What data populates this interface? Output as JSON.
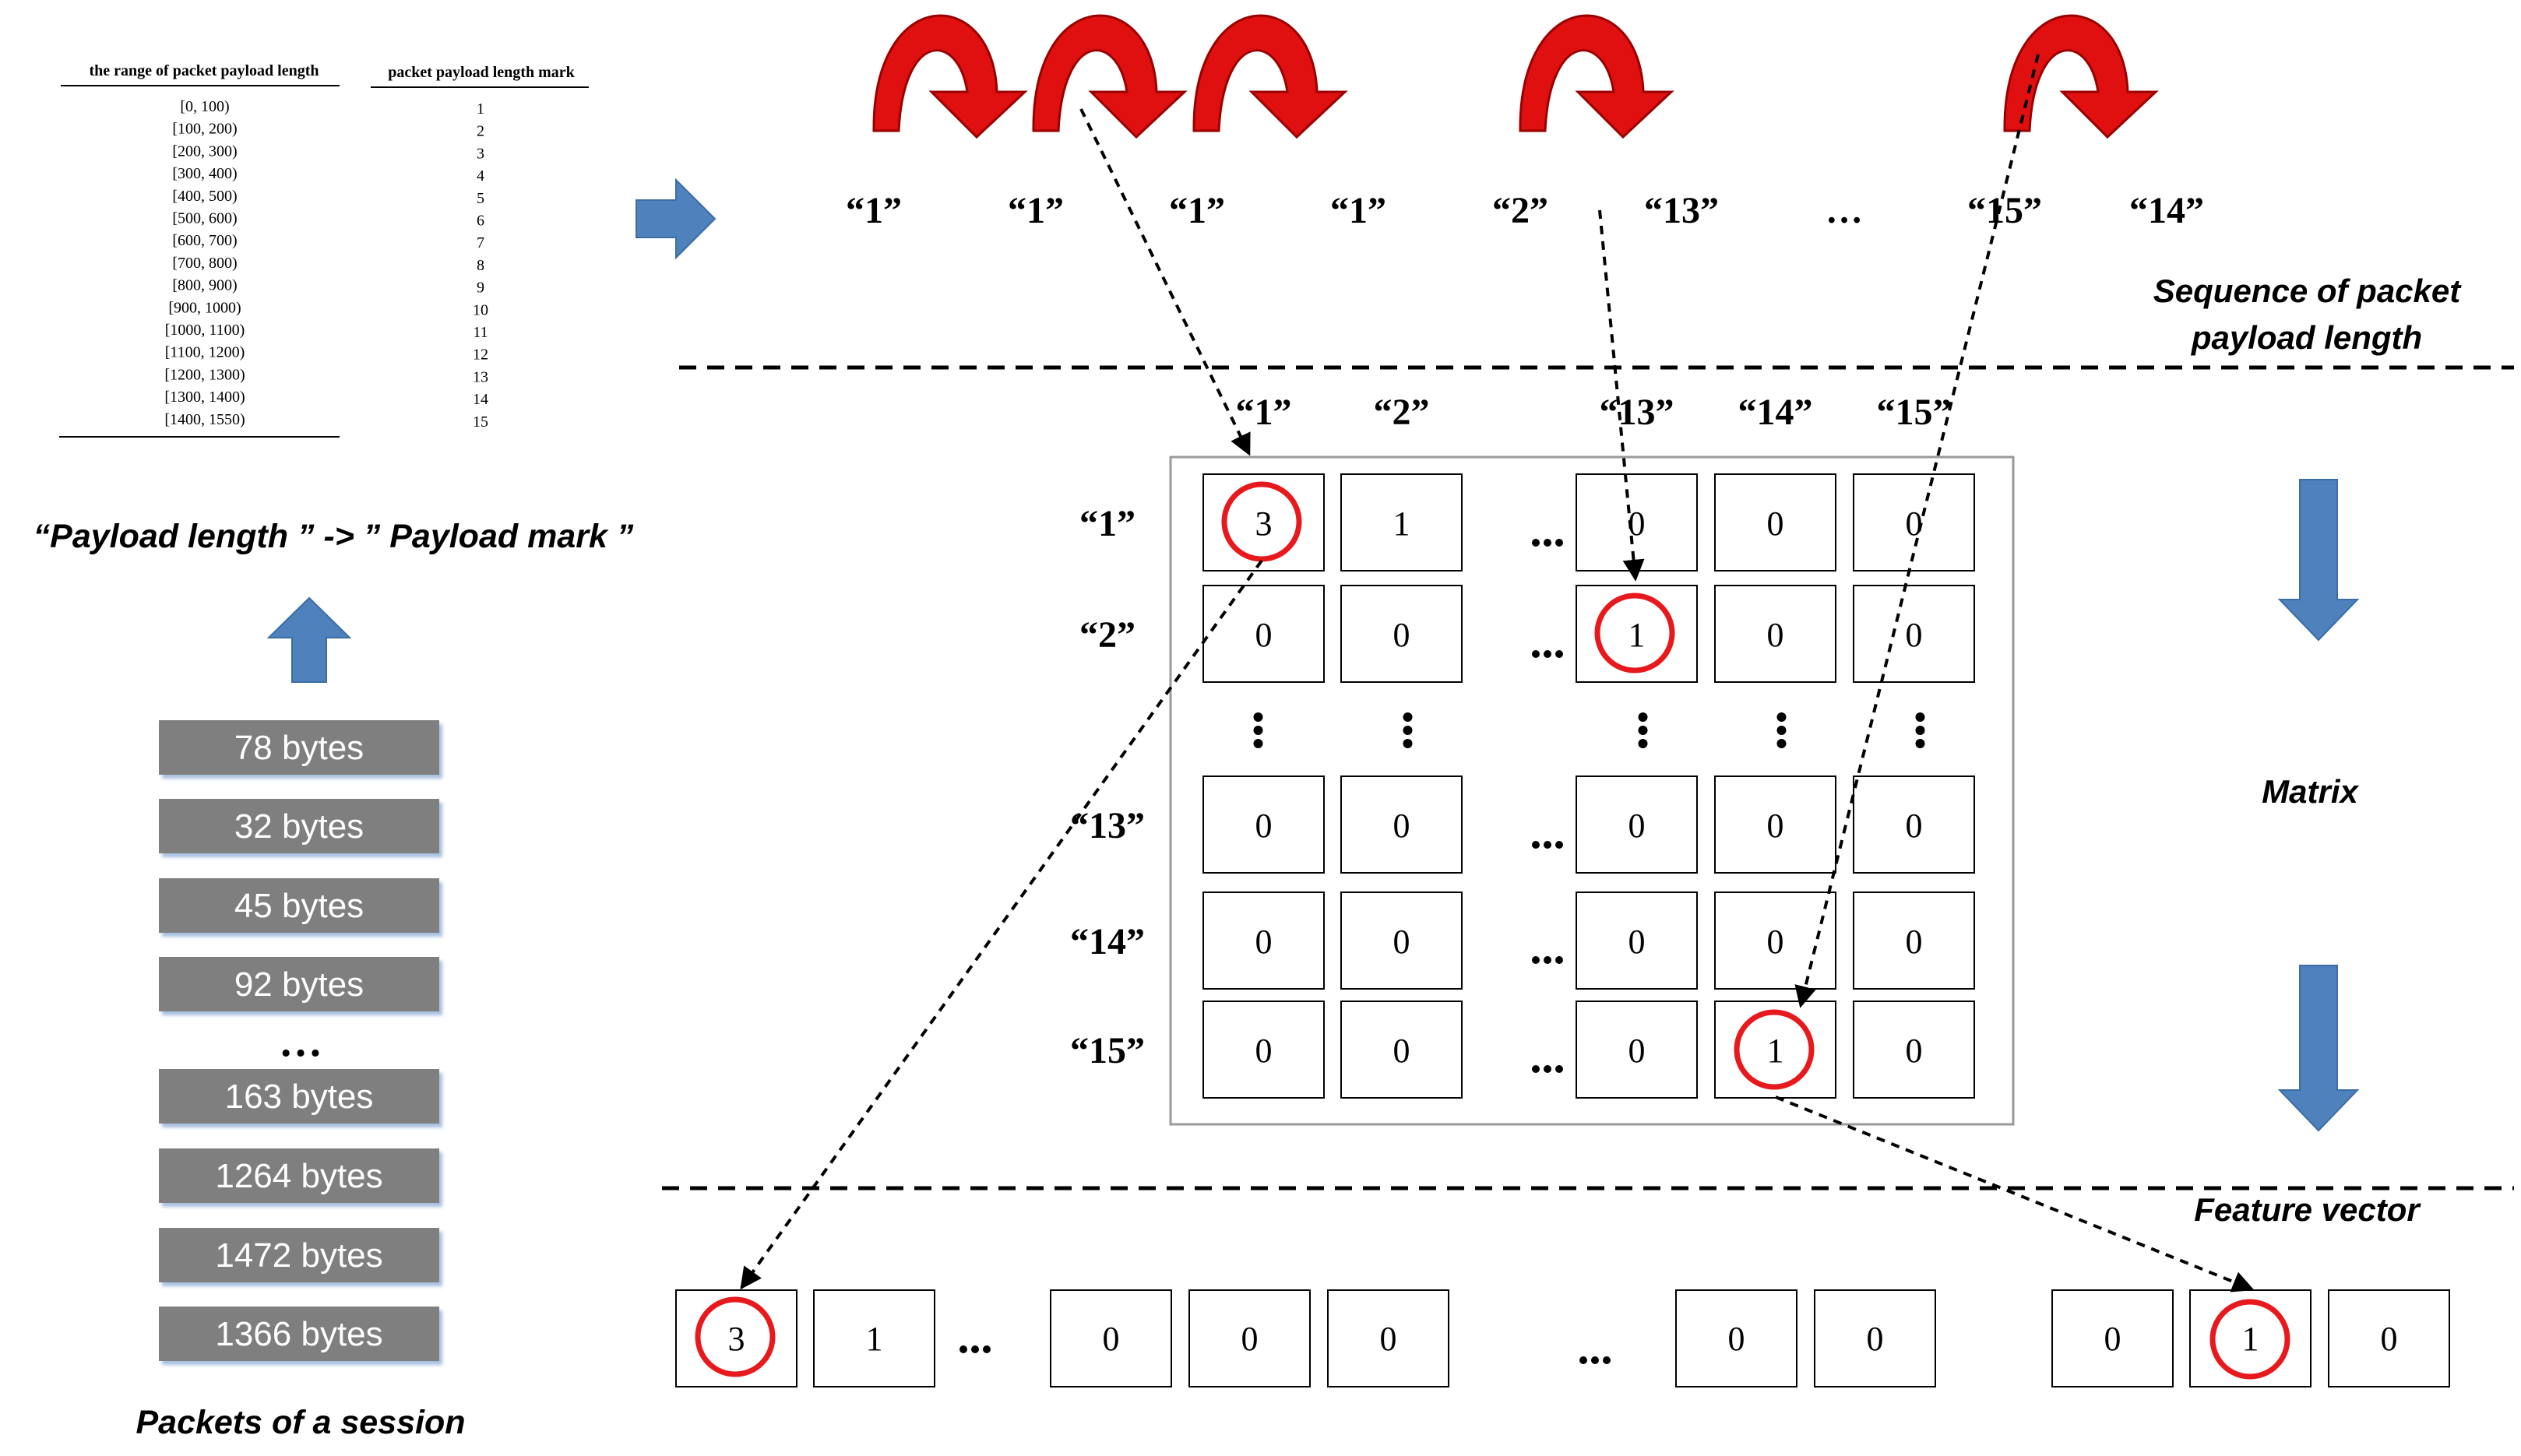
{
  "mapping_table": {
    "col1_header": "the range of packet payload length",
    "col2_header": "packet payload length mark",
    "ranges": [
      "[0, 100)",
      "[100, 200)",
      "[200, 300)",
      "[300, 400)",
      "[400, 500)",
      "[500, 600)",
      "[600, 700)",
      "[700, 800)",
      "[800, 900)",
      "[900, 1000)",
      "[1000, 1100)",
      "[1100, 1200)",
      "[1200, 1300)",
      "[1300, 1400)",
      "[1400, 1550)"
    ],
    "marks": [
      "1",
      "2",
      "3",
      "4",
      "5",
      "6",
      "7",
      "8",
      "9",
      "10",
      "11",
      "12",
      "13",
      "14",
      "15"
    ],
    "caption": "“Payload length ” -> ” Payload mark ”"
  },
  "session": {
    "packets": [
      "78 bytes",
      "32 bytes",
      "45 bytes",
      "92 bytes",
      "163 bytes",
      "1264 bytes",
      "1472 bytes",
      "1366 bytes"
    ],
    "ellipsis": "…",
    "caption": "Packets of a session"
  },
  "sequence": {
    "items": [
      "“1”",
      "“1”",
      "“1”",
      "“1”",
      "“2”",
      "“13”",
      "…",
      "“15”",
      "“14”"
    ],
    "caption_line1": "Sequence of packet",
    "caption_line2": "payload length"
  },
  "matrix": {
    "col_headers": [
      "“1”",
      "“2”",
      "“13”",
      "“14”",
      "“15”"
    ],
    "row_headers": [
      "“1”",
      "“2”",
      "“13”",
      "“14”",
      "“15”"
    ],
    "rows": [
      [
        "3",
        "1",
        "0",
        "0",
        "0"
      ],
      [
        "0",
        "0",
        "1",
        "0",
        "0"
      ],
      [
        "0",
        "0",
        "0",
        "0",
        "0"
      ],
      [
        "0",
        "0",
        "0",
        "0",
        "0"
      ],
      [
        "0",
        "0",
        "0",
        "1",
        "0"
      ]
    ],
    "caption": "Matrix"
  },
  "feature_vector": {
    "caption": "Feature vector",
    "groups": [
      [
        "3",
        "1"
      ],
      [
        "0",
        "0",
        "0"
      ],
      [
        "0",
        "0"
      ],
      [
        "0",
        "1",
        "0"
      ]
    ],
    "ellipsis": "…"
  },
  "colors": {
    "arrow_blue": "#4f81bd",
    "curve_red": "#e01010",
    "circle_red": "#e8191d",
    "packet_gray": "#7f7f7f"
  }
}
